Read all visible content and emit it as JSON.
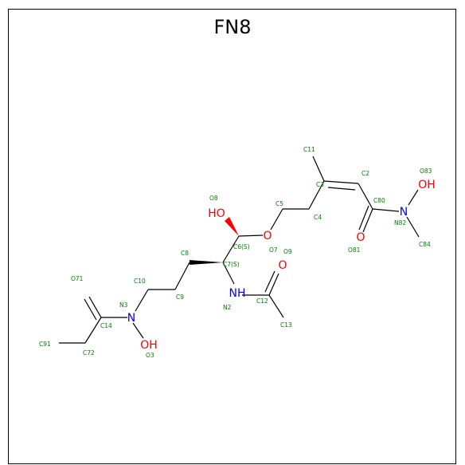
{
  "title": "FN8",
  "colors": {
    "carbon": "#000000",
    "oxygen": "#ff0000",
    "nitrogen": "#0000ff",
    "index": "#008000"
  },
  "atoms": {
    "HO": "HO",
    "O_ring": "O",
    "O_amide": "O",
    "O_acetyl": "O",
    "O_hydrox": "OH",
    "OH_right": "OH",
    "N_right": "N",
    "N_left": "N",
    "NH": "NH",
    "H_stereo": "H"
  },
  "labels": {
    "C11": "C11",
    "C2": "C2",
    "C3": "C3",
    "C80": "C80",
    "O83": "O83",
    "O8": "O8",
    "C5": "C5",
    "C4": "C4",
    "N82": "N82",
    "C6S": "C6(S)",
    "O7": "O7",
    "O9": "O9",
    "O81": "O81",
    "C84": "C84",
    "C8": "C8",
    "C7S": "C7(S)",
    "O71": "O71",
    "C10": "C10",
    "C12": "C12",
    "N3": "N3",
    "C9": "C9",
    "N2": "N2",
    "C14": "C14",
    "C13": "C13",
    "C91": "C91",
    "O3": "O3",
    "C72": "C72"
  }
}
